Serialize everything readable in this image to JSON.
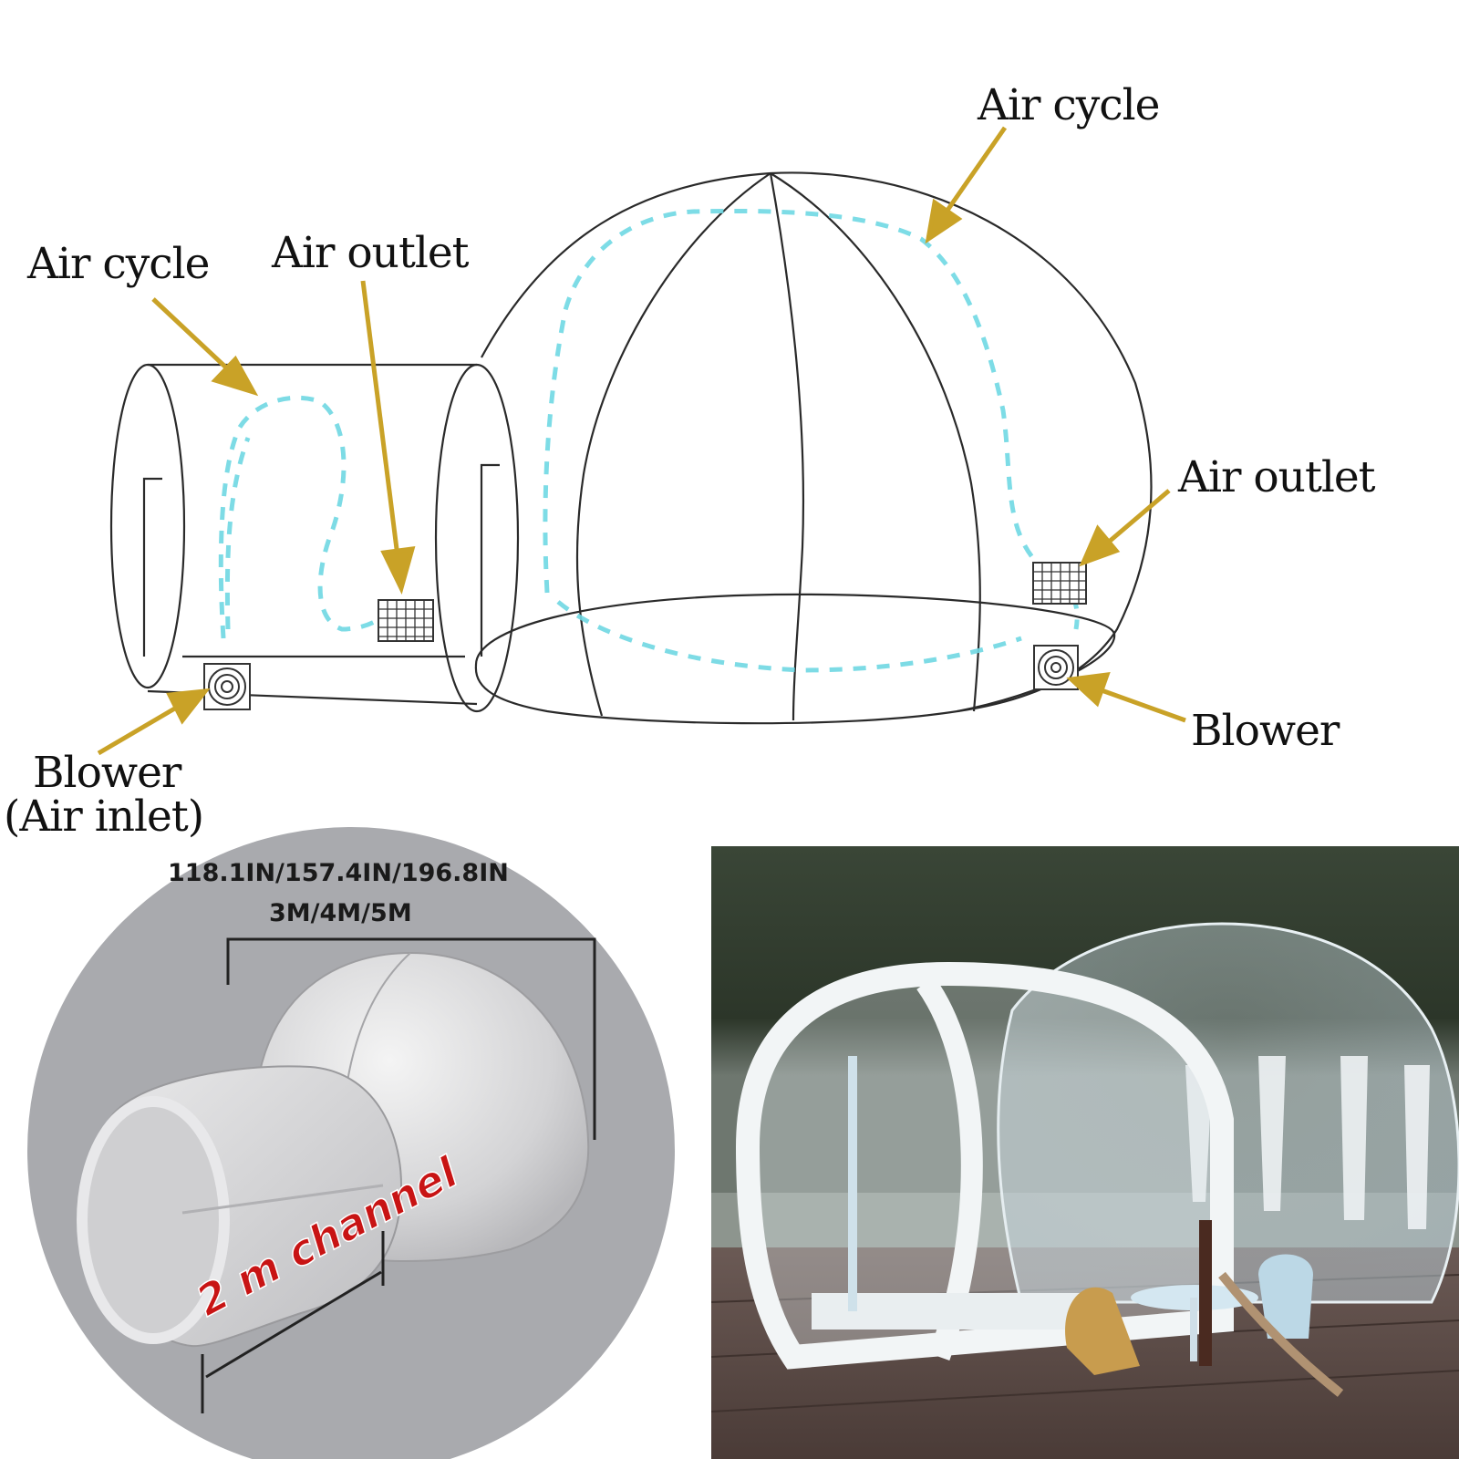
{
  "diagram": {
    "labels": {
      "air_cycle_left": "Air cycle",
      "air_outlet_left": "Air outlet",
      "air_cycle_right": "Air cycle",
      "air_outlet_right": "Air outlet",
      "blower_right": "Blower",
      "blower_left_line1": "Blower",
      "blower_left_line2": "(Air inlet)"
    },
    "colors": {
      "arrow": "#c9a227",
      "airflow": "#6fd8e3",
      "outline": "#2a2a2a"
    }
  },
  "render": {
    "dimension_line1": "118.1IN/157.4IN/196.8IN",
    "dimension_line2": "3M/4M/5M",
    "channel_label": "2 m channel",
    "background_color": "#a9aaae"
  },
  "photo": {
    "subject": "inflatable-bubble-tent-photo",
    "colors": {
      "trees": "#2f3b2c",
      "deck": "#5b4a44"
    }
  }
}
